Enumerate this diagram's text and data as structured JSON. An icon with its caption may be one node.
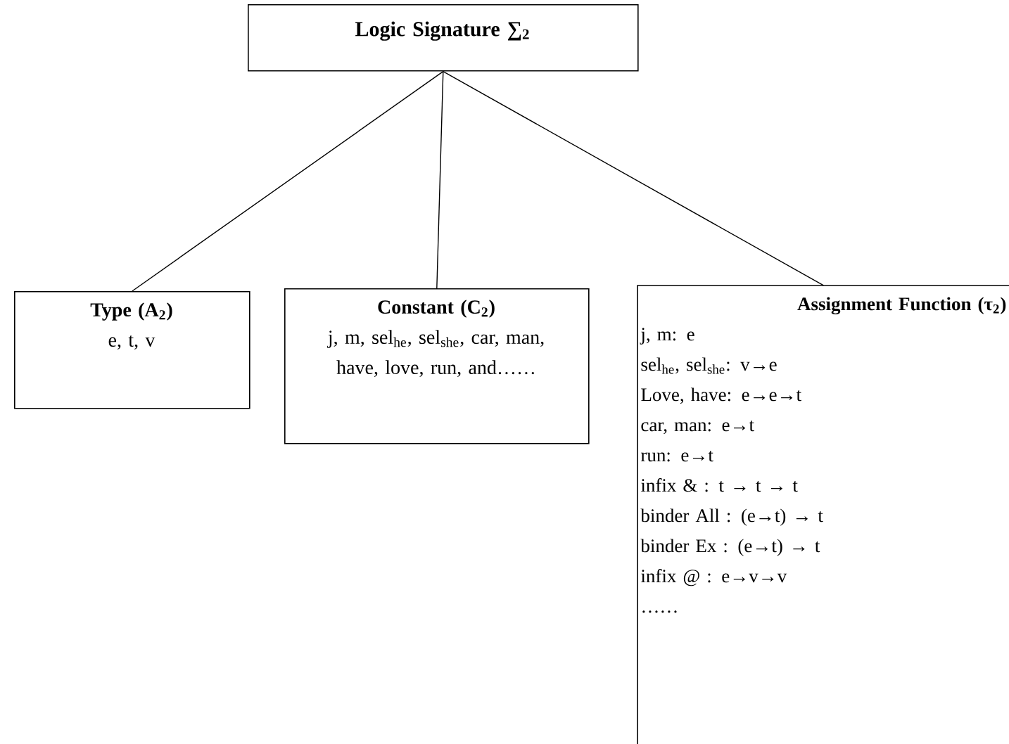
{
  "diagram": {
    "nodes": [
      {
        "text": [
          "Logic Signature ∑$_{2}$"
        ]
      },
      {
        "text": [
          "Type (A$_{2}$)",
          "e, t, v"
        ]
      },
      {
        "text": [
          "Constant (C$_{2}$)",
          "j, m, sel$_{he}$, sel$_{she}$, car, man, have, love, run, and……"
        ]
      },
      {
        "text": [
          "Assignment Function (τ$_{2}$)",
          "j, m: e",
          "sel$_{he}$, sel$_{she}$: v→e",
          "Love, have: e→e→t",
          "car, man: e→t",
          "run: e→t",
          "infix & : t → t → t",
          "binder All : (e→t) → t",
          "binder Ex : (e→t) → t",
          "infix @ : e→v→v",
          "……"
        ]
      }
    ],
    "edges": [
      {
        "from": 0,
        "to": 1,
        "arrow": "none"
      },
      {
        "from": 0,
        "to": 2,
        "arrow": "none"
      },
      {
        "from": 0,
        "to": 3,
        "arrow": "none"
      }
    ]
  }
}
